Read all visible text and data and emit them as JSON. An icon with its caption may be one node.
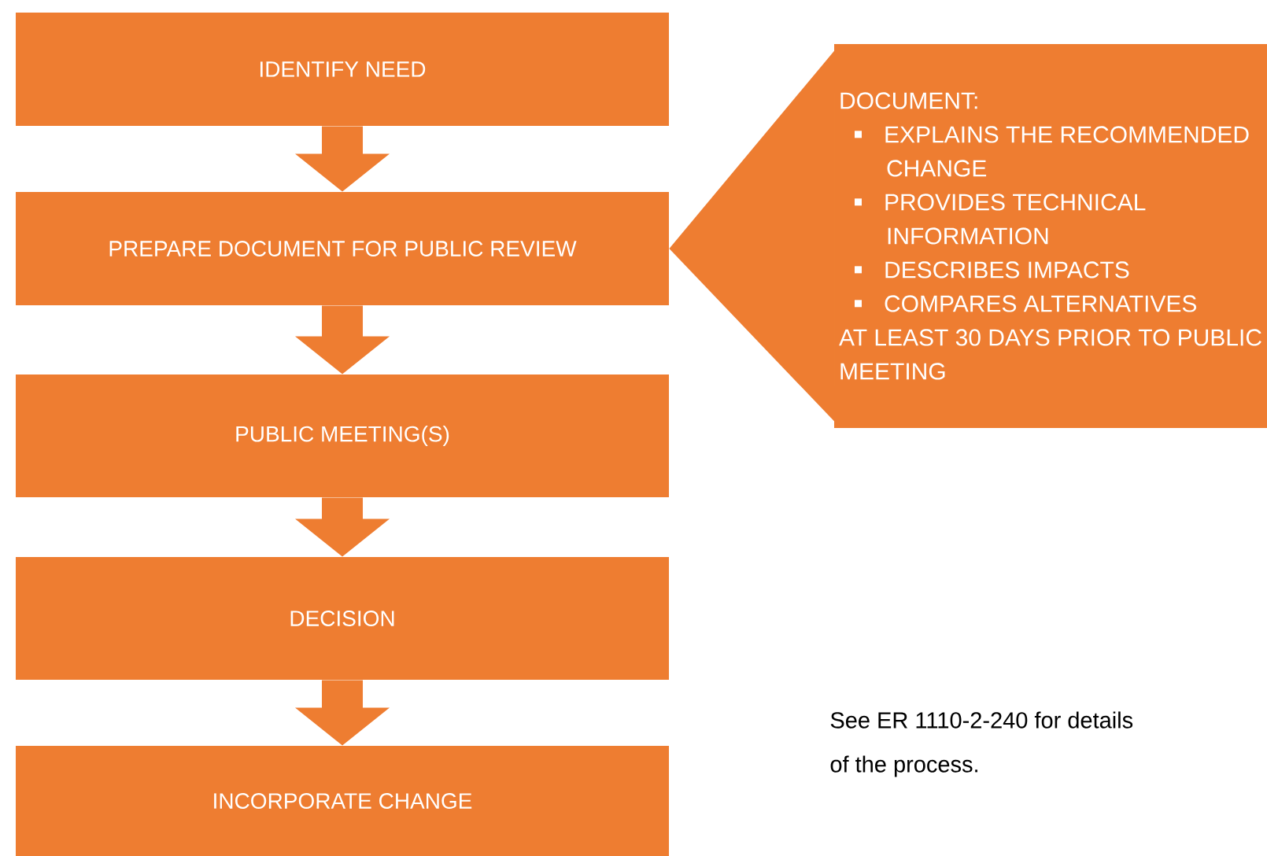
{
  "diagram": {
    "nodes": [
      {
        "text": [
          "IDENTIFY NEED"
        ]
      },
      {
        "text": [
          "PREPARE DOCUMENT FOR PUBLIC REVIEW"
        ]
      },
      {
        "text": [
          "PUBLIC MEETING(S)"
        ]
      },
      {
        "text": [
          "DECISION"
        ]
      },
      {
        "text": [
          "INCORPORATE CHANGE"
        ]
      },
      {
        "text": [
          "DOCUMENT:",
          "EXPLAINS THE RECOMMENDED CHANGE",
          "PROVIDES TECHNICAL INFORMATION",
          "DESCRIBES IMPACTS",
          "COMPARES ALTERNATIVES",
          "AT LEAST 30 DAYS PRIOR TO PUBLIC MEETING"
        ]
      }
    ],
    "edges": [
      {
        "from": 0,
        "to": 1,
        "arrow": "to"
      },
      {
        "from": 1,
        "to": 2,
        "arrow": "to"
      },
      {
        "from": 2,
        "to": 3,
        "arrow": "to"
      },
      {
        "from": 3,
        "to": 4,
        "arrow": "to"
      },
      {
        "from": 5,
        "to": 1,
        "arrow": "to"
      }
    ],
    "labels": [
      "See ER 1110-2-240 for details of the process."
    ]
  }
}
